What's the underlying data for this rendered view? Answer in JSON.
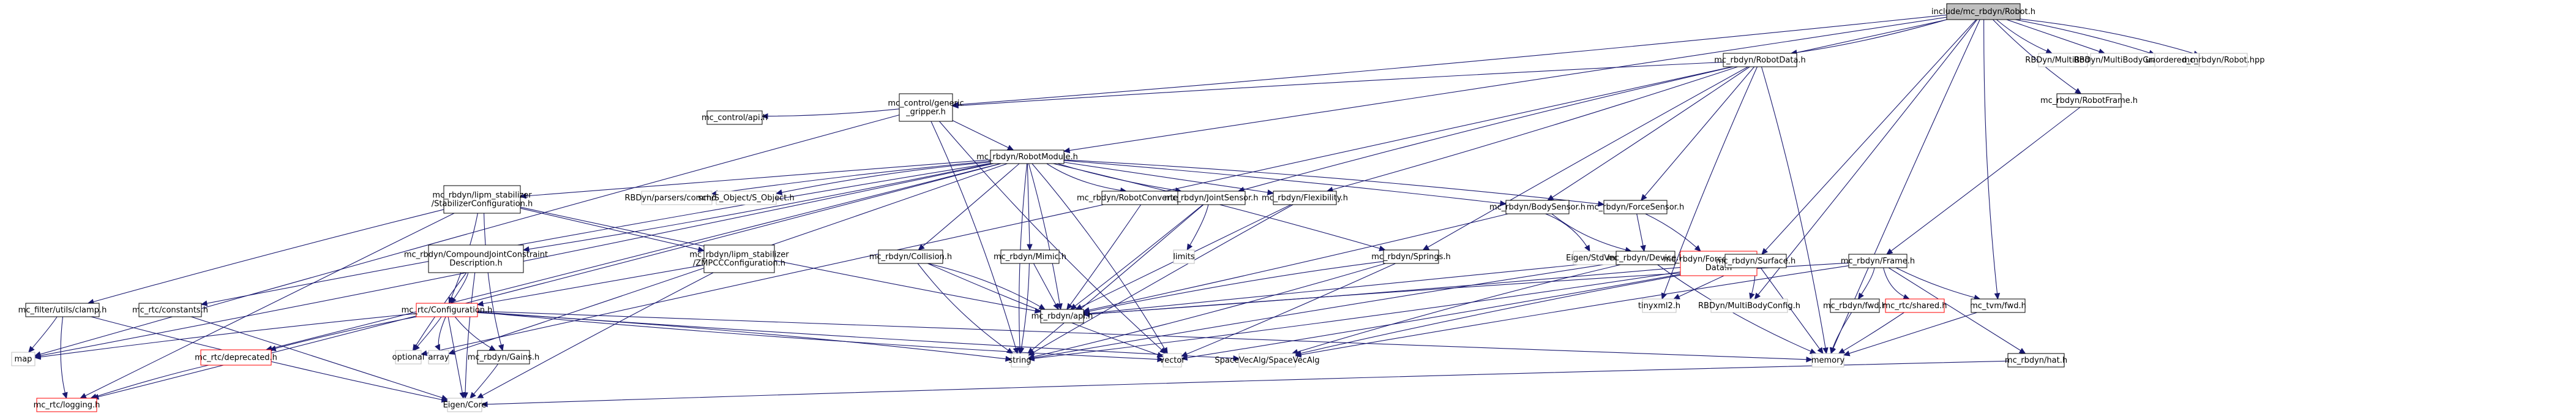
{
  "title": "include/mc_rbdyn/Robot.h",
  "legend_colors": {
    "root_fill": "#bfbfbf",
    "documented_border": "#000000",
    "undocumented_border": "#ff0000",
    "external_border": "#bfbfbf",
    "edge": "#191970"
  },
  "nodes": [
    {
      "id": "robot_h",
      "label": [
        "include/mc_rbdyn/Robot.h"
      ],
      "kind": "root"
    },
    {
      "id": "robotdata",
      "label": [
        "mc_rbdyn/RobotData.h"
      ],
      "kind": "doc"
    },
    {
      "id": "multibody",
      "label": [
        "RBDyn/MultiBody.h"
      ],
      "kind": "ext"
    },
    {
      "id": "multibodygraph",
      "label": [
        "RBDyn/MultiBodyGraph.h"
      ],
      "kind": "ext"
    },
    {
      "id": "unordered_map",
      "label": [
        "unordered_map"
      ],
      "kind": "ext"
    },
    {
      "id": "robot_hpp",
      "label": [
        "mc_rbdyn/Robot.hpp"
      ],
      "kind": "ext"
    },
    {
      "id": "generic_gripper",
      "label": [
        "mc_control/generic",
        "_gripper.h"
      ],
      "kind": "doc"
    },
    {
      "id": "robotframe",
      "label": [
        "mc_rbdyn/RobotFrame.h"
      ],
      "kind": "doc"
    },
    {
      "id": "control_api",
      "label": [
        "mc_control/api.h"
      ],
      "kind": "doc"
    },
    {
      "id": "robotmodule",
      "label": [
        "mc_rbdyn/RobotModule.h"
      ],
      "kind": "doc"
    },
    {
      "id": "stabconf",
      "label": [
        "mc_rbdyn/lipm_stabilizer",
        "/StabilizerConfiguration.h"
      ],
      "kind": "doc"
    },
    {
      "id": "parsers_common",
      "label": [
        "RBDyn/parsers/common.h"
      ],
      "kind": "ext"
    },
    {
      "id": "s_object",
      "label": [
        "sch/S_Object/S_Object.h"
      ],
      "kind": "ext"
    },
    {
      "id": "robotconverter",
      "label": [
        "mc_rbdyn/RobotConverterConfig.h"
      ],
      "kind": "doc"
    },
    {
      "id": "jointsensor",
      "label": [
        "mc_rbdyn/JointSensor.h"
      ],
      "kind": "doc"
    },
    {
      "id": "flexibility",
      "label": [
        "mc_rbdyn/Flexibility.h"
      ],
      "kind": "doc"
    },
    {
      "id": "bodysensor",
      "label": [
        "mc_rbdyn/BodySensor.h"
      ],
      "kind": "doc"
    },
    {
      "id": "forcesensor",
      "label": [
        "mc_rbdyn/ForceSensor.h"
      ],
      "kind": "doc"
    },
    {
      "id": "compound",
      "label": [
        "mc_rbdyn/CompoundJointConstraint",
        "Description.h"
      ],
      "kind": "doc"
    },
    {
      "id": "zmpcc",
      "label": [
        "mc_rbdyn/lipm_stabilizer",
        "/ZMPCCConfiguration.h"
      ],
      "kind": "doc"
    },
    {
      "id": "collision",
      "label": [
        "mc_rbdyn/Collision.h"
      ],
      "kind": "doc"
    },
    {
      "id": "mimic",
      "label": [
        "mc_rbdyn/Mimic.h"
      ],
      "kind": "doc"
    },
    {
      "id": "limits",
      "label": [
        "limits"
      ],
      "kind": "ext"
    },
    {
      "id": "springs",
      "label": [
        "mc_rbdyn/Springs.h"
      ],
      "kind": "doc"
    },
    {
      "id": "stdvector",
      "label": [
        "Eigen/StdVector"
      ],
      "kind": "ext"
    },
    {
      "id": "device",
      "label": [
        "mc_rbdyn/Device.h"
      ],
      "kind": "doc"
    },
    {
      "id": "fscalib",
      "label": [
        "mc_rbdyn/ForceSensorCalib",
        "Data.h"
      ],
      "kind": "undoc"
    },
    {
      "id": "surface",
      "label": [
        "mc_rbdyn/Surface.h"
      ],
      "kind": "doc"
    },
    {
      "id": "frame",
      "label": [
        "mc_rbdyn/Frame.h"
      ],
      "kind": "doc"
    },
    {
      "id": "clamp",
      "label": [
        "mc_filter/utils/clamp.h"
      ],
      "kind": "doc"
    },
    {
      "id": "constants",
      "label": [
        "mc_rtc/constants.h"
      ],
      "kind": "doc"
    },
    {
      "id": "configuration",
      "label": [
        "mc_rtc/Configuration.h"
      ],
      "kind": "undoc"
    },
    {
      "id": "rbdyn_api",
      "label": [
        "mc_rbdyn/api.h"
      ],
      "kind": "doc"
    },
    {
      "id": "tinyxml",
      "label": [
        "tinyxml2.h"
      ],
      "kind": "ext"
    },
    {
      "id": "mbconfig",
      "label": [
        "RBDyn/MultiBodyConfig.h"
      ],
      "kind": "ext"
    },
    {
      "id": "rbdyn_fwd",
      "label": [
        "mc_rbdyn/fwd.h"
      ],
      "kind": "doc"
    },
    {
      "id": "shared",
      "label": [
        "mc_rtc/shared.h"
      ],
      "kind": "undoc"
    },
    {
      "id": "tvm_fwd",
      "label": [
        "mc_tvm/fwd.h"
      ],
      "kind": "doc"
    },
    {
      "id": "map",
      "label": [
        "map"
      ],
      "kind": "ext"
    },
    {
      "id": "deprecated",
      "label": [
        "mc_rtc/deprecated.h"
      ],
      "kind": "undoc"
    },
    {
      "id": "optional",
      "label": [
        "optional"
      ],
      "kind": "ext"
    },
    {
      "id": "array",
      "label": [
        "array"
      ],
      "kind": "ext"
    },
    {
      "id": "gains",
      "label": [
        "mc_rbdyn/Gains.h"
      ],
      "kind": "doc"
    },
    {
      "id": "string",
      "label": [
        "string"
      ],
      "kind": "ext"
    },
    {
      "id": "vector",
      "label": [
        "vector"
      ],
      "kind": "ext"
    },
    {
      "id": "spacevecalg",
      "label": [
        "SpaceVecAlg/SpaceVecAlg"
      ],
      "kind": "ext"
    },
    {
      "id": "memory",
      "label": [
        "memory"
      ],
      "kind": "ext"
    },
    {
      "id": "hat",
      "label": [
        "mc_rbdyn/hat.h"
      ],
      "kind": "doc"
    },
    {
      "id": "logging",
      "label": [
        "mc_rtc/logging.h"
      ],
      "kind": "undoc"
    },
    {
      "id": "eigen_core",
      "label": [
        "Eigen/Core"
      ],
      "kind": "ext"
    }
  ],
  "edges": [
    [
      "robot_h",
      "robotdata"
    ],
    [
      "robot_h",
      "multibody"
    ],
    [
      "robot_h",
      "multibodygraph"
    ],
    [
      "robot_h",
      "unordered_map"
    ],
    [
      "robot_h",
      "robot_hpp"
    ],
    [
      "robot_h",
      "generic_gripper"
    ],
    [
      "robot_h",
      "robotframe"
    ],
    [
      "robot_h",
      "robotmodule"
    ],
    [
      "robot_h",
      "surface"
    ],
    [
      "robot_h",
      "mbconfig"
    ],
    [
      "robot_h",
      "tvm_fwd"
    ],
    [
      "robot_h",
      "memory"
    ],
    [
      "robot_h",
      "optional"
    ],
    [
      "robotdata",
      "generic_gripper"
    ],
    [
      "robotdata",
      "jointsensor"
    ],
    [
      "robotdata",
      "flexibility"
    ],
    [
      "robotdata",
      "bodysensor"
    ],
    [
      "robotdata",
      "forcesensor"
    ],
    [
      "robotdata",
      "springs"
    ],
    [
      "robotdata",
      "memory"
    ],
    [
      "robotdata",
      "tinyxml"
    ],
    [
      "generic_gripper",
      "control_api"
    ],
    [
      "generic_gripper",
      "robotmodule"
    ],
    [
      "generic_gripper",
      "map"
    ],
    [
      "generic_gripper",
      "string"
    ],
    [
      "generic_gripper",
      "vector"
    ],
    [
      "robotframe",
      "frame"
    ],
    [
      "robotmodule",
      "stabconf"
    ],
    [
      "robotmodule",
      "parsers_common"
    ],
    [
      "robotmodule",
      "s_object"
    ],
    [
      "robotmodule",
      "robotconverter"
    ],
    [
      "robotmodule",
      "jointsensor"
    ],
    [
      "robotmodule",
      "flexibility"
    ],
    [
      "robotmodule",
      "bodysensor"
    ],
    [
      "robotmodule",
      "forcesensor"
    ],
    [
      "robotmodule",
      "compound"
    ],
    [
      "robotmodule",
      "collision"
    ],
    [
      "robotmodule",
      "mimic"
    ],
    [
      "robotmodule",
      "springs"
    ],
    [
      "robotmodule",
      "constants"
    ],
    [
      "robotmodule",
      "map"
    ],
    [
      "robotmodule",
      "array"
    ],
    [
      "robotmodule",
      "deprecated"
    ],
    [
      "robotmodule",
      "rbdyn_api"
    ],
    [
      "robotmodule",
      "vector"
    ],
    [
      "robotmodule",
      "string"
    ],
    [
      "robotmodule",
      "logging"
    ],
    [
      "stabconf",
      "zmpcc"
    ],
    [
      "stabconf",
      "clamp"
    ],
    [
      "stabconf",
      "configuration"
    ],
    [
      "stabconf",
      "gains"
    ],
    [
      "stabconf",
      "rbdyn_api"
    ],
    [
      "stabconf",
      "logging"
    ],
    [
      "robotconverter",
      "rbdyn_api"
    ],
    [
      "jointsensor",
      "limits"
    ],
    [
      "jointsensor",
      "rbdyn_api"
    ],
    [
      "jointsensor",
      "string"
    ],
    [
      "flexibility",
      "rbdyn_api"
    ],
    [
      "flexibility",
      "string"
    ],
    [
      "bodysensor",
      "stdvector"
    ],
    [
      "bodysensor",
      "device"
    ],
    [
      "bodysensor",
      "rbdyn_api"
    ],
    [
      "forcesensor",
      "device"
    ],
    [
      "forcesensor",
      "fscalib"
    ],
    [
      "compound",
      "configuration"
    ],
    [
      "compound",
      "optional"
    ],
    [
      "compound",
      "eigen_core"
    ],
    [
      "zmpcc",
      "configuration"
    ],
    [
      "zmpcc",
      "eigen_core"
    ],
    [
      "collision",
      "rbdyn_api"
    ],
    [
      "collision",
      "string"
    ],
    [
      "collision",
      "vector"
    ],
    [
      "mimic",
      "rbdyn_api"
    ],
    [
      "mimic",
      "string"
    ],
    [
      "springs",
      "rbdyn_api"
    ],
    [
      "springs",
      "string"
    ],
    [
      "springs",
      "vector"
    ],
    [
      "device",
      "rbdyn_api"
    ],
    [
      "device",
      "string"
    ],
    [
      "device",
      "spacevecalg"
    ],
    [
      "device",
      "memory"
    ],
    [
      "surface",
      "rbdyn_api"
    ],
    [
      "surface",
      "tinyxml"
    ],
    [
      "surface",
      "mbconfig"
    ],
    [
      "surface",
      "spacevecalg"
    ],
    [
      "surface",
      "string"
    ],
    [
      "surface",
      "vector"
    ],
    [
      "surface",
      "memory"
    ],
    [
      "frame",
      "rbdyn_api"
    ],
    [
      "frame",
      "rbdyn_fwd"
    ],
    [
      "frame",
      "shared"
    ],
    [
      "frame",
      "tvm_fwd"
    ],
    [
      "frame",
      "hat"
    ],
    [
      "frame",
      "spacevecalg"
    ],
    [
      "clamp",
      "map"
    ],
    [
      "clamp",
      "logging"
    ],
    [
      "clamp",
      "eigen_core"
    ],
    [
      "constants",
      "eigen_core"
    ],
    [
      "configuration",
      "deprecated"
    ],
    [
      "configuration",
      "optional"
    ],
    [
      "configuration",
      "array"
    ],
    [
      "configuration",
      "gains"
    ],
    [
      "configuration",
      "eigen_core"
    ],
    [
      "configuration",
      "map"
    ],
    [
      "configuration",
      "string"
    ],
    [
      "configuration",
      "vector"
    ],
    [
      "configuration",
      "spacevecalg"
    ],
    [
      "configuration",
      "memory"
    ],
    [
      "deprecated",
      "logging"
    ],
    [
      "gains",
      "eigen_core"
    ],
    [
      "rbdyn_fwd",
      "memory"
    ],
    [
      "shared",
      "memory"
    ],
    [
      "tvm_fwd",
      "memory"
    ],
    [
      "hat",
      "eigen_core"
    ]
  ]
}
